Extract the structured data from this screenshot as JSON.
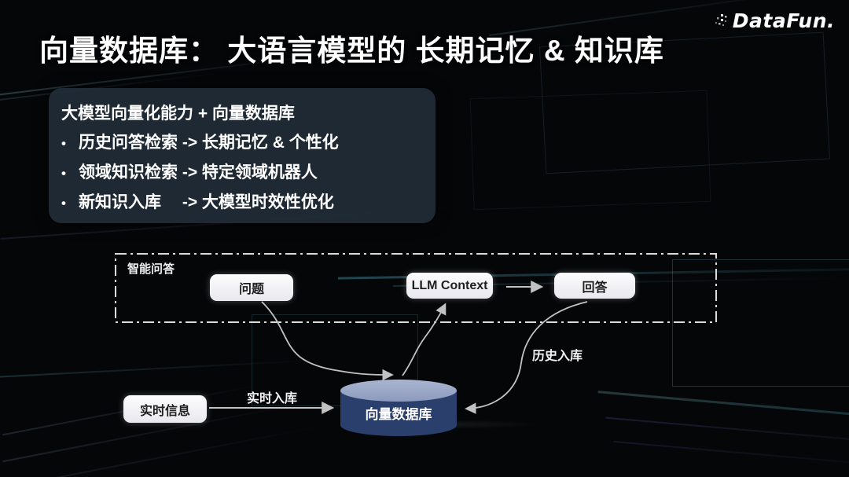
{
  "slide": {
    "title": "向量数据库： 大语言模型的 长期记忆 & 知识库",
    "brand": "DataFun."
  },
  "info_panel": {
    "heading": "大模型向量化能力 + 向量数据库",
    "bullet_char": "•",
    "bullets": [
      "历史问答检索 -> 长期记忆 & 个性化",
      "领域知识检索 -> 特定领域机器人",
      "新知识入库　 -> 大模型时效性优化"
    ]
  },
  "diagram": {
    "group_label": "智能问答",
    "nodes": {
      "question": "问题",
      "llm_context": "LLM Context",
      "answer": "回答",
      "realtime_info": "实时信息",
      "vector_db": "向量数据库"
    },
    "edge_labels": {
      "realtime_ingest": "实时入库",
      "history_ingest": "历史入库"
    }
  },
  "colors": {
    "background": "#050608",
    "title_text": "#ffffff",
    "panel_bg": "#212d39",
    "node_bg": "#f2f2f5",
    "node_text": "#1f1f1f",
    "cylinder_body": "#2b3f6c",
    "cylinder_top": "#98a6c6",
    "arrow": "#c2c2c2",
    "dashed_border": "#dcdcdc"
  }
}
